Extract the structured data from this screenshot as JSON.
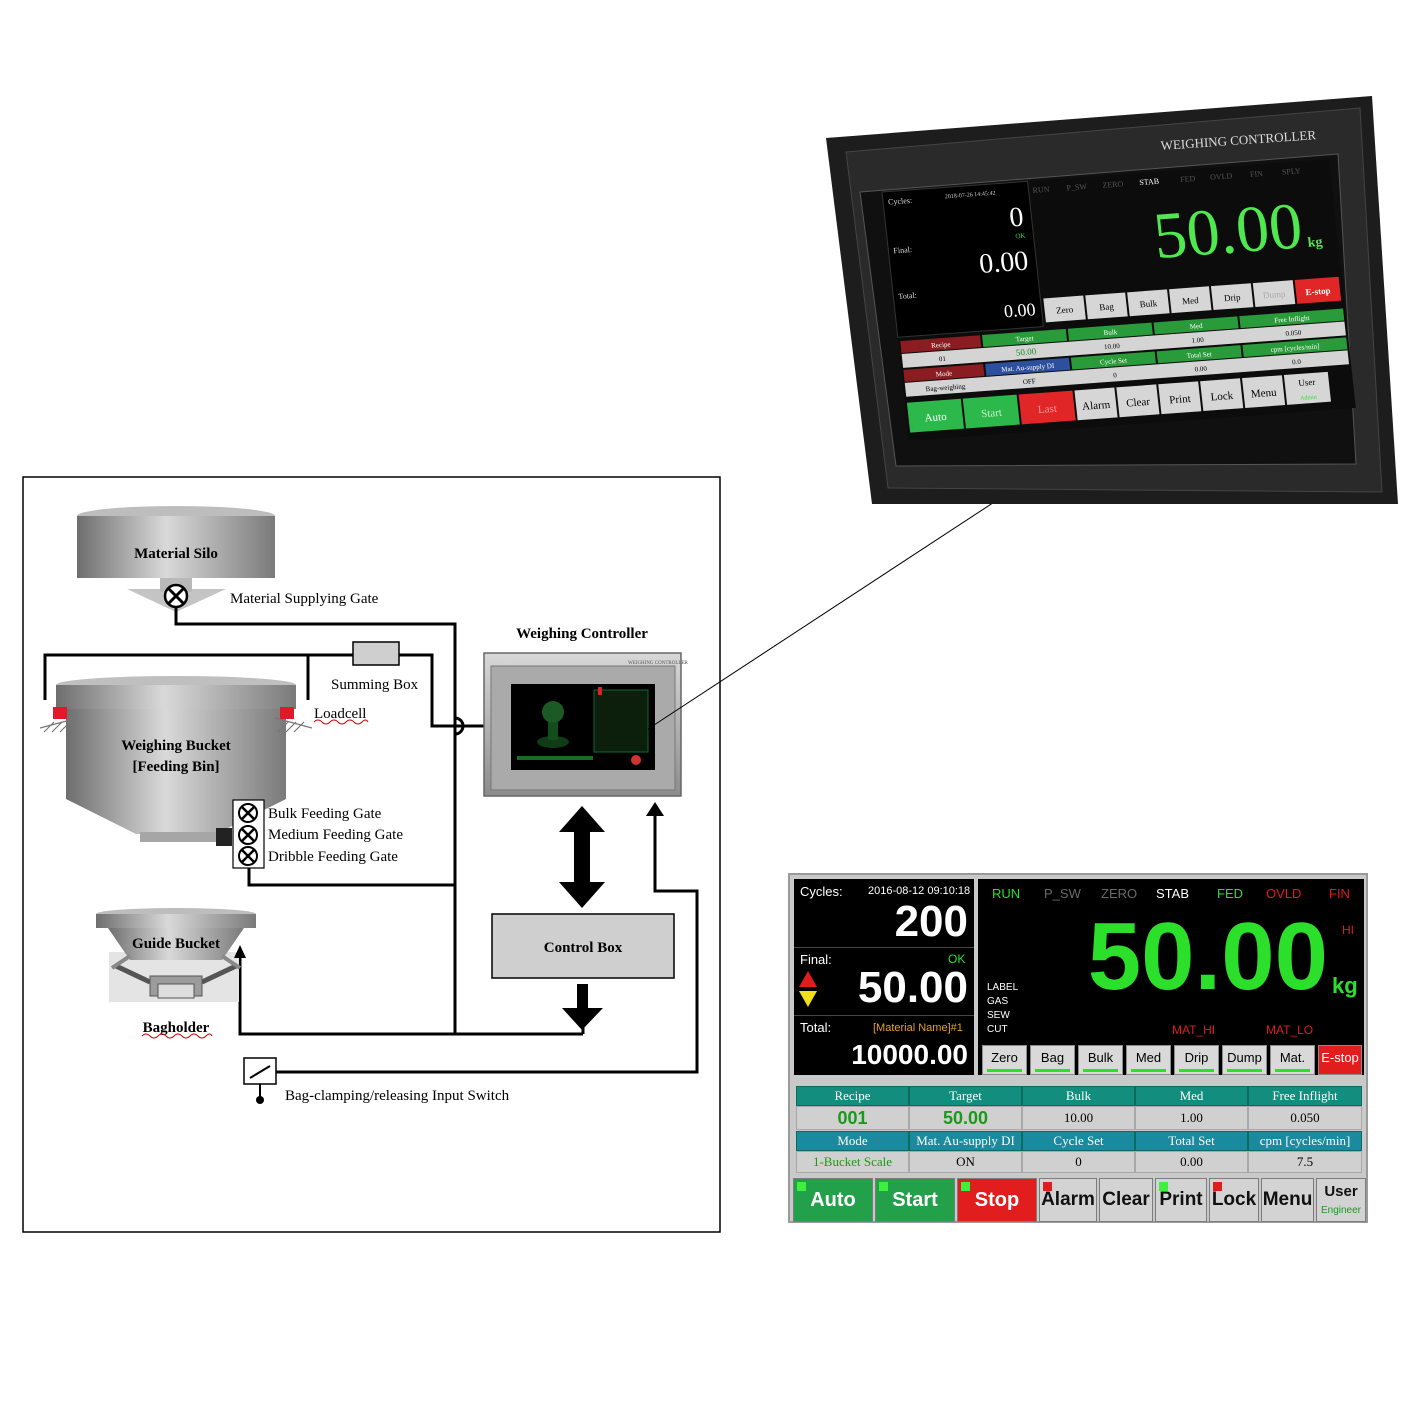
{
  "diagram": {
    "labels": {
      "material_silo": "Material Silo",
      "material_supplying_gate": "Material Supplying Gate",
      "summing_box": "Summing Box",
      "loadcell": "Loadcell",
      "weighing_bucket_1": "Weighing Bucket",
      "weighing_bucket_2": "[Feeding Bin]",
      "bulk_gate": "Bulk Feeding Gate",
      "medium_gate": "Medium Feeding Gate",
      "dribble_gate": "Dribble Feeding Gate",
      "guide_bucket": "Guide Bucket",
      "bagholder": "Bagholder",
      "weighing_controller": "Weighing Controller",
      "control_box": "Control Box",
      "bag_switch": "Bag-clamping/releasing Input Switch"
    }
  },
  "device": {
    "brand": "WEIGHING CONTROLLER",
    "cycles_label": "Cycles:",
    "datetime": "2018-07-26 14:45:42",
    "cycles": "0",
    "final_label": "Final:",
    "ok": "OK",
    "final": "0.00",
    "total_label": "Total:",
    "total": "0.00",
    "status": [
      "RUN",
      "P_SW",
      "ZERO",
      "STAB",
      "FED",
      "OVLD",
      "FIN",
      "SPLY"
    ],
    "weight": "50.00",
    "unit": "kg",
    "soft_buttons": [
      "Zero",
      "Bag",
      "Bulk",
      "Med",
      "Drip",
      "Dump",
      "E-stop"
    ],
    "table_headers_1": [
      "Recipe",
      "Target",
      "Bulk",
      "Med",
      "Free Inflight"
    ],
    "table_values_1": [
      "01",
      "50.00",
      "10.00",
      "1.00",
      "0.050"
    ],
    "table_headers_2": [
      "Mode",
      "Mat. Au-supply DI",
      "Cycle Set",
      "Total Set",
      "cpm [cycles/min]"
    ],
    "table_values_2": [
      "Bag-weighing",
      "OFF",
      "0",
      "0.00",
      "0.0"
    ],
    "bottom_buttons": [
      "Auto",
      "Start",
      "Last",
      "Alarm",
      "Clear",
      "Print",
      "Lock",
      "Menu"
    ],
    "user": "User",
    "user_level": "Admin"
  },
  "hmi": {
    "cycles_label": "Cycles:",
    "datetime": "2016-08-12  09:10:18",
    "cycles": "200",
    "final_label": "Final:",
    "ok": "OK",
    "final": "50.00",
    "total_label": "Total:",
    "material": "[Material Name]#1",
    "total": "10000.00",
    "status": [
      "RUN",
      "P_SW",
      "ZERO",
      "STAB",
      "FED",
      "OVLD",
      "FIN"
    ],
    "hi": "HI",
    "weight": "50.00",
    "unit": "kg",
    "side_labels": [
      "LABEL",
      "GAS",
      "SEW",
      "CUT"
    ],
    "mat_hi": "MAT_HI",
    "mat_lo": "MAT_LO",
    "soft_buttons": [
      "Zero",
      "Bag",
      "Bulk",
      "Med",
      "Drip",
      "Dump",
      "Mat.",
      "E-stop"
    ],
    "table_headers_1": [
      "Recipe",
      "Target",
      "Bulk",
      "Med",
      "Free Inflight"
    ],
    "table_values_1": [
      "001",
      "50.00",
      "10.00",
      "1.00",
      "0.050"
    ],
    "table_headers_2": [
      "Mode",
      "Mat. Au-supply DI",
      "Cycle Set",
      "Total Set",
      "cpm [cycles/min]"
    ],
    "table_values_2": [
      "1-Bucket Scale",
      "ON",
      "0",
      "0.00",
      "7.5"
    ],
    "bottom_buttons": [
      "Auto",
      "Start",
      "Stop",
      "Alarm",
      "Clear",
      "Print",
      "Lock",
      "Menu"
    ],
    "user": "User",
    "user_level": "Engineer"
  }
}
